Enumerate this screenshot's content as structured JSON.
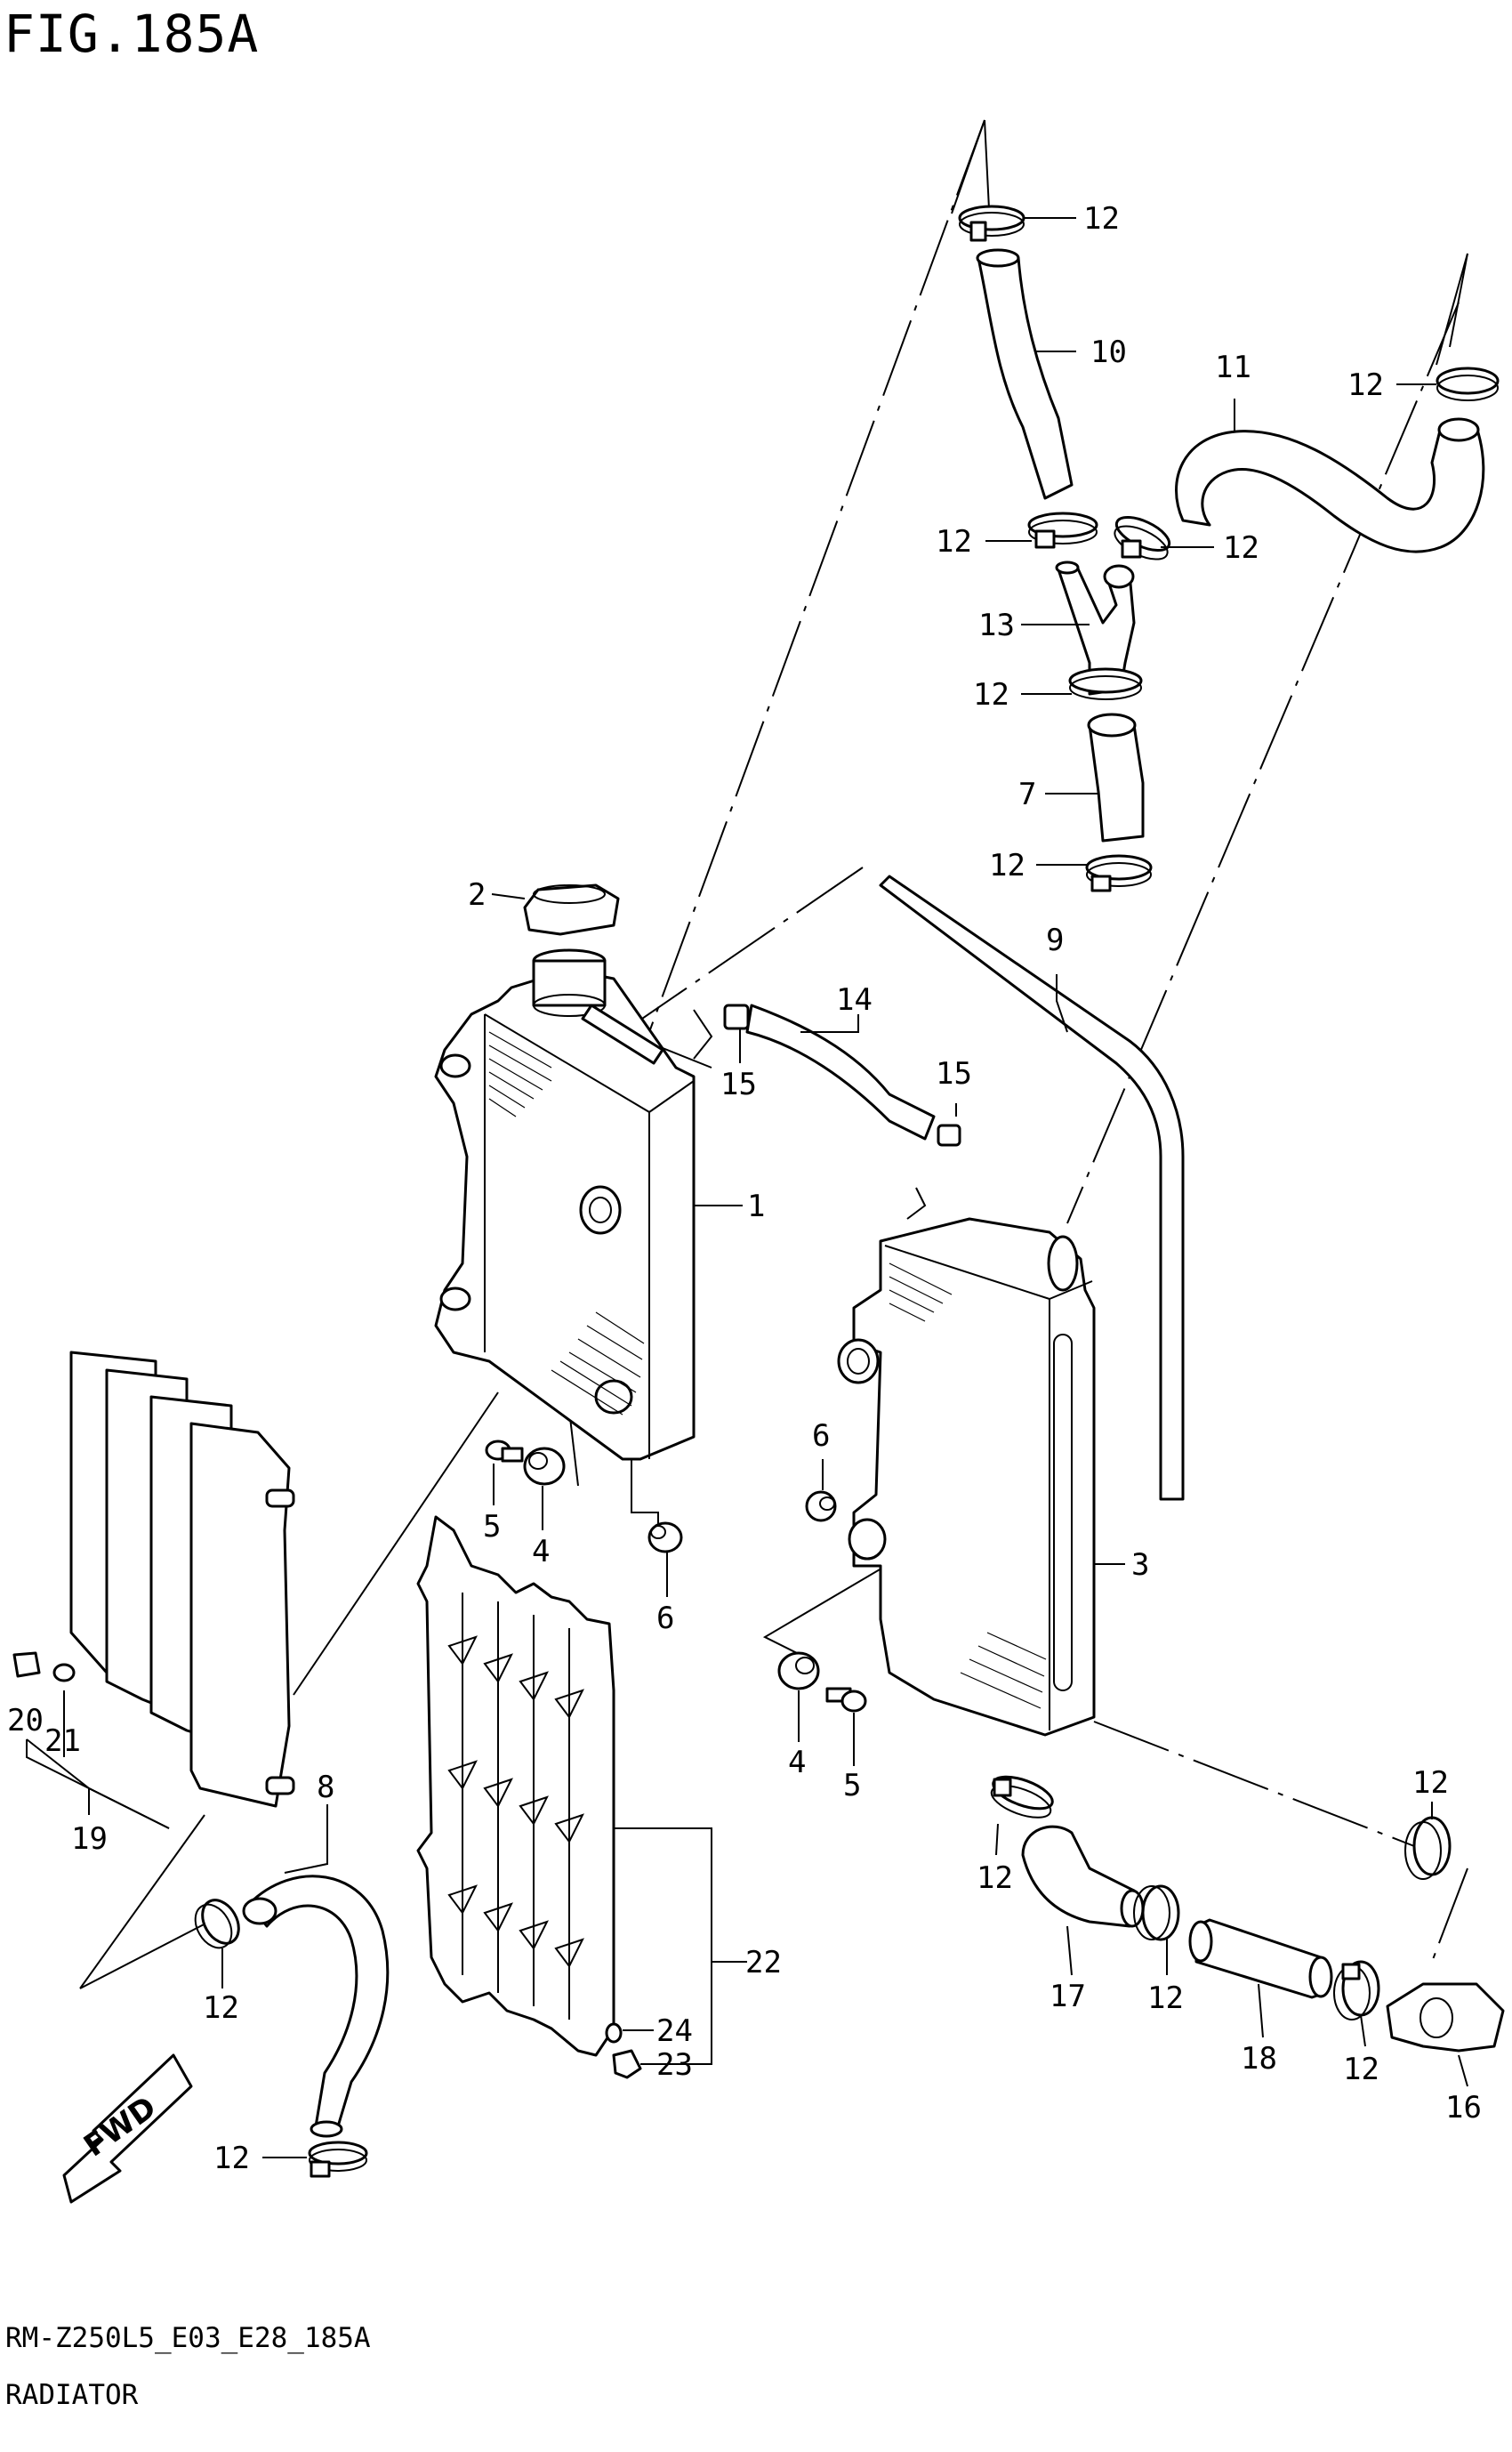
{
  "figure": {
    "title": "FIG.185A",
    "code": "RM-Z250L5_E03_E28_185A",
    "name": "RADIATOR"
  },
  "fwd_label": "FWD",
  "callouts": [
    {
      "id": "c12a",
      "text": "12"
    },
    {
      "id": "c10",
      "text": "10"
    },
    {
      "id": "c11",
      "text": "11"
    },
    {
      "id": "c12b",
      "text": "12"
    },
    {
      "id": "c12c",
      "text": "12"
    },
    {
      "id": "c12d",
      "text": "12"
    },
    {
      "id": "c13",
      "text": "13"
    },
    {
      "id": "c12e",
      "text": "12"
    },
    {
      "id": "c7",
      "text": "7"
    },
    {
      "id": "c12f",
      "text": "12"
    },
    {
      "id": "c2",
      "text": "2"
    },
    {
      "id": "c9",
      "text": "9"
    },
    {
      "id": "c14",
      "text": "14"
    },
    {
      "id": "c15a",
      "text": "15"
    },
    {
      "id": "c15b",
      "text": "15"
    },
    {
      "id": "c1",
      "text": "1"
    },
    {
      "id": "c6a",
      "text": "6"
    },
    {
      "id": "c5a",
      "text": "5"
    },
    {
      "id": "c4a",
      "text": "4"
    },
    {
      "id": "c6b",
      "text": "6"
    },
    {
      "id": "c3",
      "text": "3"
    },
    {
      "id": "c4b",
      "text": "4"
    },
    {
      "id": "c5b",
      "text": "5"
    },
    {
      "id": "c20",
      "text": "20"
    },
    {
      "id": "c21",
      "text": "21"
    },
    {
      "id": "c19",
      "text": "19"
    },
    {
      "id": "c8",
      "text": "8"
    },
    {
      "id": "c12g",
      "text": "12"
    },
    {
      "id": "c12h",
      "text": "12"
    },
    {
      "id": "c22",
      "text": "22"
    },
    {
      "id": "c24",
      "text": "24"
    },
    {
      "id": "c23",
      "text": "23"
    },
    {
      "id": "c12i",
      "text": "12"
    },
    {
      "id": "c12j",
      "text": "12"
    },
    {
      "id": "c17",
      "text": "17"
    },
    {
      "id": "c12k",
      "text": "12"
    },
    {
      "id": "c18",
      "text": "18"
    },
    {
      "id": "c12l",
      "text": "12"
    },
    {
      "id": "c16",
      "text": "16"
    }
  ]
}
